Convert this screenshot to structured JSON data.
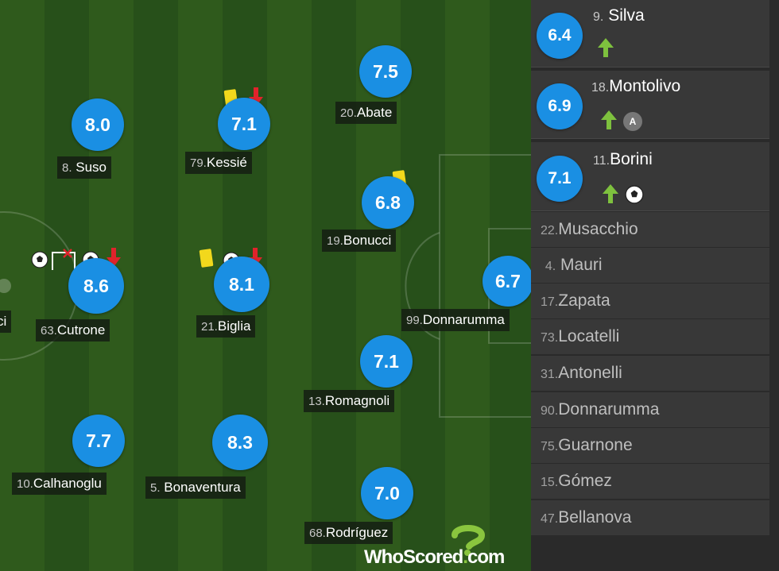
{
  "starters": [
    {
      "id": "suso",
      "number": "8.",
      "name": "Suso",
      "rating": "8.0"
    },
    {
      "id": "kessie",
      "number": "79.",
      "name": "Kessié",
      "rating": "7.1"
    },
    {
      "id": "abate",
      "number": "20.",
      "name": "Abate",
      "rating": "7.5"
    },
    {
      "id": "bonucci",
      "number": "19.",
      "name": "Bonucci",
      "rating": "6.8"
    },
    {
      "id": "cutrone",
      "number": "63.",
      "name": "Cutrone",
      "rating": "8.6"
    },
    {
      "id": "biglia",
      "number": "21.",
      "name": "Biglia",
      "rating": "8.1"
    },
    {
      "id": "donnarumma",
      "number": "99.",
      "name": "Donnarumma",
      "rating": "6.7"
    },
    {
      "id": "romagnoli",
      "number": "13.",
      "name": "Romagnoli",
      "rating": "7.1"
    },
    {
      "id": "calhanoglu",
      "number": "10.",
      "name": "Calhanoglu",
      "rating": "7.7"
    },
    {
      "id": "bonaventura",
      "number": "5.",
      "name": "Bonaventura",
      "rating": "8.3"
    },
    {
      "id": "rodriguez",
      "number": "68.",
      "name": "Rodríguez",
      "rating": "7.0"
    }
  ],
  "partial_left": {
    "name_fragment": "ci"
  },
  "substitutes": [
    {
      "number": "9.",
      "name": "Silva",
      "rating": "6.4",
      "events": [
        "sub-in-arrow"
      ]
    },
    {
      "number": "18.",
      "name": "Montolivo",
      "rating": "6.9",
      "events": [
        "sub-in-arrow",
        "assist-badge"
      ],
      "assist_label": "A"
    },
    {
      "number": "11.",
      "name": "Borini",
      "rating": "7.1",
      "events": [
        "sub-in-arrow",
        "goal-ball"
      ]
    }
  ],
  "bench": [
    {
      "number": "22.",
      "name": "Musacchio"
    },
    {
      "number": "4.",
      "name": "Mauri"
    },
    {
      "number": "17.",
      "name": "Zapata"
    },
    {
      "number": "73.",
      "name": "Locatelli"
    },
    {
      "number": "31.",
      "name": "Antonelli"
    },
    {
      "number": "90.",
      "name": "Donnarumma"
    },
    {
      "number": "75.",
      "name": "Guarnone"
    },
    {
      "number": "15.",
      "name": "Gómez"
    },
    {
      "number": "47.",
      "name": "Bellanova"
    }
  ],
  "logo": {
    "text_main": "WhoScored",
    "text_dot": ".",
    "text_tld": "com"
  },
  "colors": {
    "rating_bubble": "#1a8fe3",
    "yellow_card": "#f2d81c",
    "sub_out_arrow": "#e0232b",
    "sub_in_arrow": "#7ec13e",
    "pitch_dark": "#27501a",
    "pitch_light": "#2f5a1c"
  },
  "icons": [
    "yellow-card",
    "sub-out-arrow",
    "sub-in-arrow",
    "goal-ball",
    "own-goal",
    "assist-badge"
  ]
}
